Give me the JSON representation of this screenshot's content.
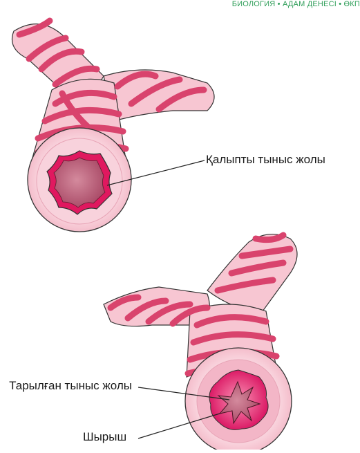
{
  "header": {
    "text": "БИОЛОГИЯ • АДАМ ДЕНЕСІ • ӨКП"
  },
  "labels": {
    "normal_airway": "Қалыпты тыныс жолы",
    "narrowed_airway": "Тарылған тыныс жолы",
    "mucus": "Шырыш"
  },
  "colors": {
    "accent_green": "#2f9e59",
    "band": "#d9436d",
    "tube": "#f6c9d3",
    "mucus": "#e3166a",
    "lumen": "#c4647e"
  }
}
